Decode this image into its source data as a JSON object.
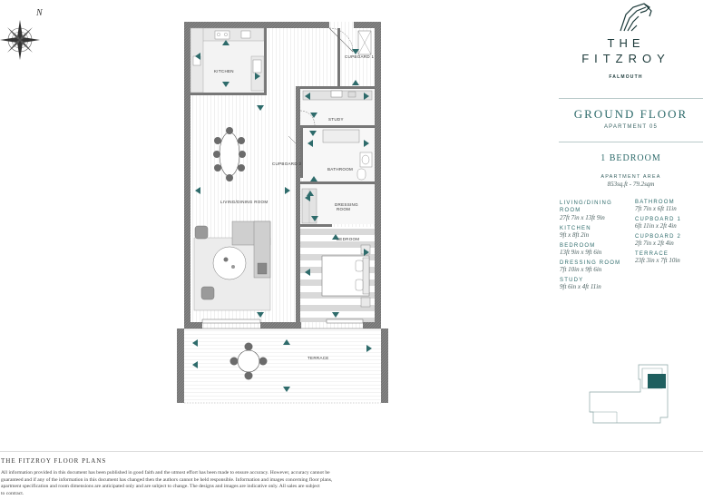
{
  "compass": {
    "north_label": "N"
  },
  "brand": {
    "line1": "THE",
    "line2": "FITZROY",
    "location": "FALMOUTH"
  },
  "floor": {
    "title": "GROUND FLOOR",
    "apartment": "APARTMENT 05",
    "bedrooms": "1 BEDROOM"
  },
  "area": {
    "label": "APARTMENT AREA",
    "value": "853sq.ft - 79.2sqm"
  },
  "specs_left": [
    {
      "label": "LIVING/DINING ROOM",
      "value": "27ft 7in x 13ft 9in"
    },
    {
      "label": "KITCHEN",
      "value": "9ft x 8ft 2in"
    },
    {
      "label": "BEDROOM",
      "value": "13ft 9in x 9ft 6in"
    },
    {
      "label": "DRESSING ROOM",
      "value": "7ft 10in x 9ft 6in"
    },
    {
      "label": "STUDY",
      "value": "9ft 6in x 4ft 11in"
    }
  ],
  "specs_right": [
    {
      "label": "BATHROOM",
      "value": "7ft 7in x 6ft 11in"
    },
    {
      "label": "CUPBOARD 1",
      "value": "6ft 11in x 2ft 4in"
    },
    {
      "label": "CUPBOARD 2",
      "value": "2ft 7in x 2ft 4in"
    },
    {
      "label": "TERRACE",
      "value": "23ft 3in x 7ft 10in"
    }
  ],
  "rooms": {
    "kitchen": "KITCHEN",
    "cupboard1": "CUPBOARD 1",
    "cupboard2": "CUPBOARD 2",
    "study": "STUDY",
    "bathroom": "BATHROOM",
    "dressing": "DRESSING ROOM",
    "bedroom": "BEDROOM",
    "living": "LIVING/DINING ROOM",
    "terrace": "TERRACE"
  },
  "footer": {
    "title": "THE FITZROY FLOOR PLANS",
    "line1": "All information provided in this document has been published in good faith and the utmost effort has been made to ensure accuracy. However, accuracy cannot be",
    "line2": "guaranteed and if any of the information in this document has changed then the authors cannot be held responsible. Information and images concerning floor plans,",
    "line3": "apartment specification and room dimensions are anticipated only and are subject to change. The designs and images are indicative only. All sales are subject",
    "line4": "to contract."
  },
  "colors": {
    "accent": "#2e6b6b",
    "wall": "#6a6a6a",
    "floor_stripe": "#e2e2e2",
    "key_highlight": "#1f5f5f"
  }
}
